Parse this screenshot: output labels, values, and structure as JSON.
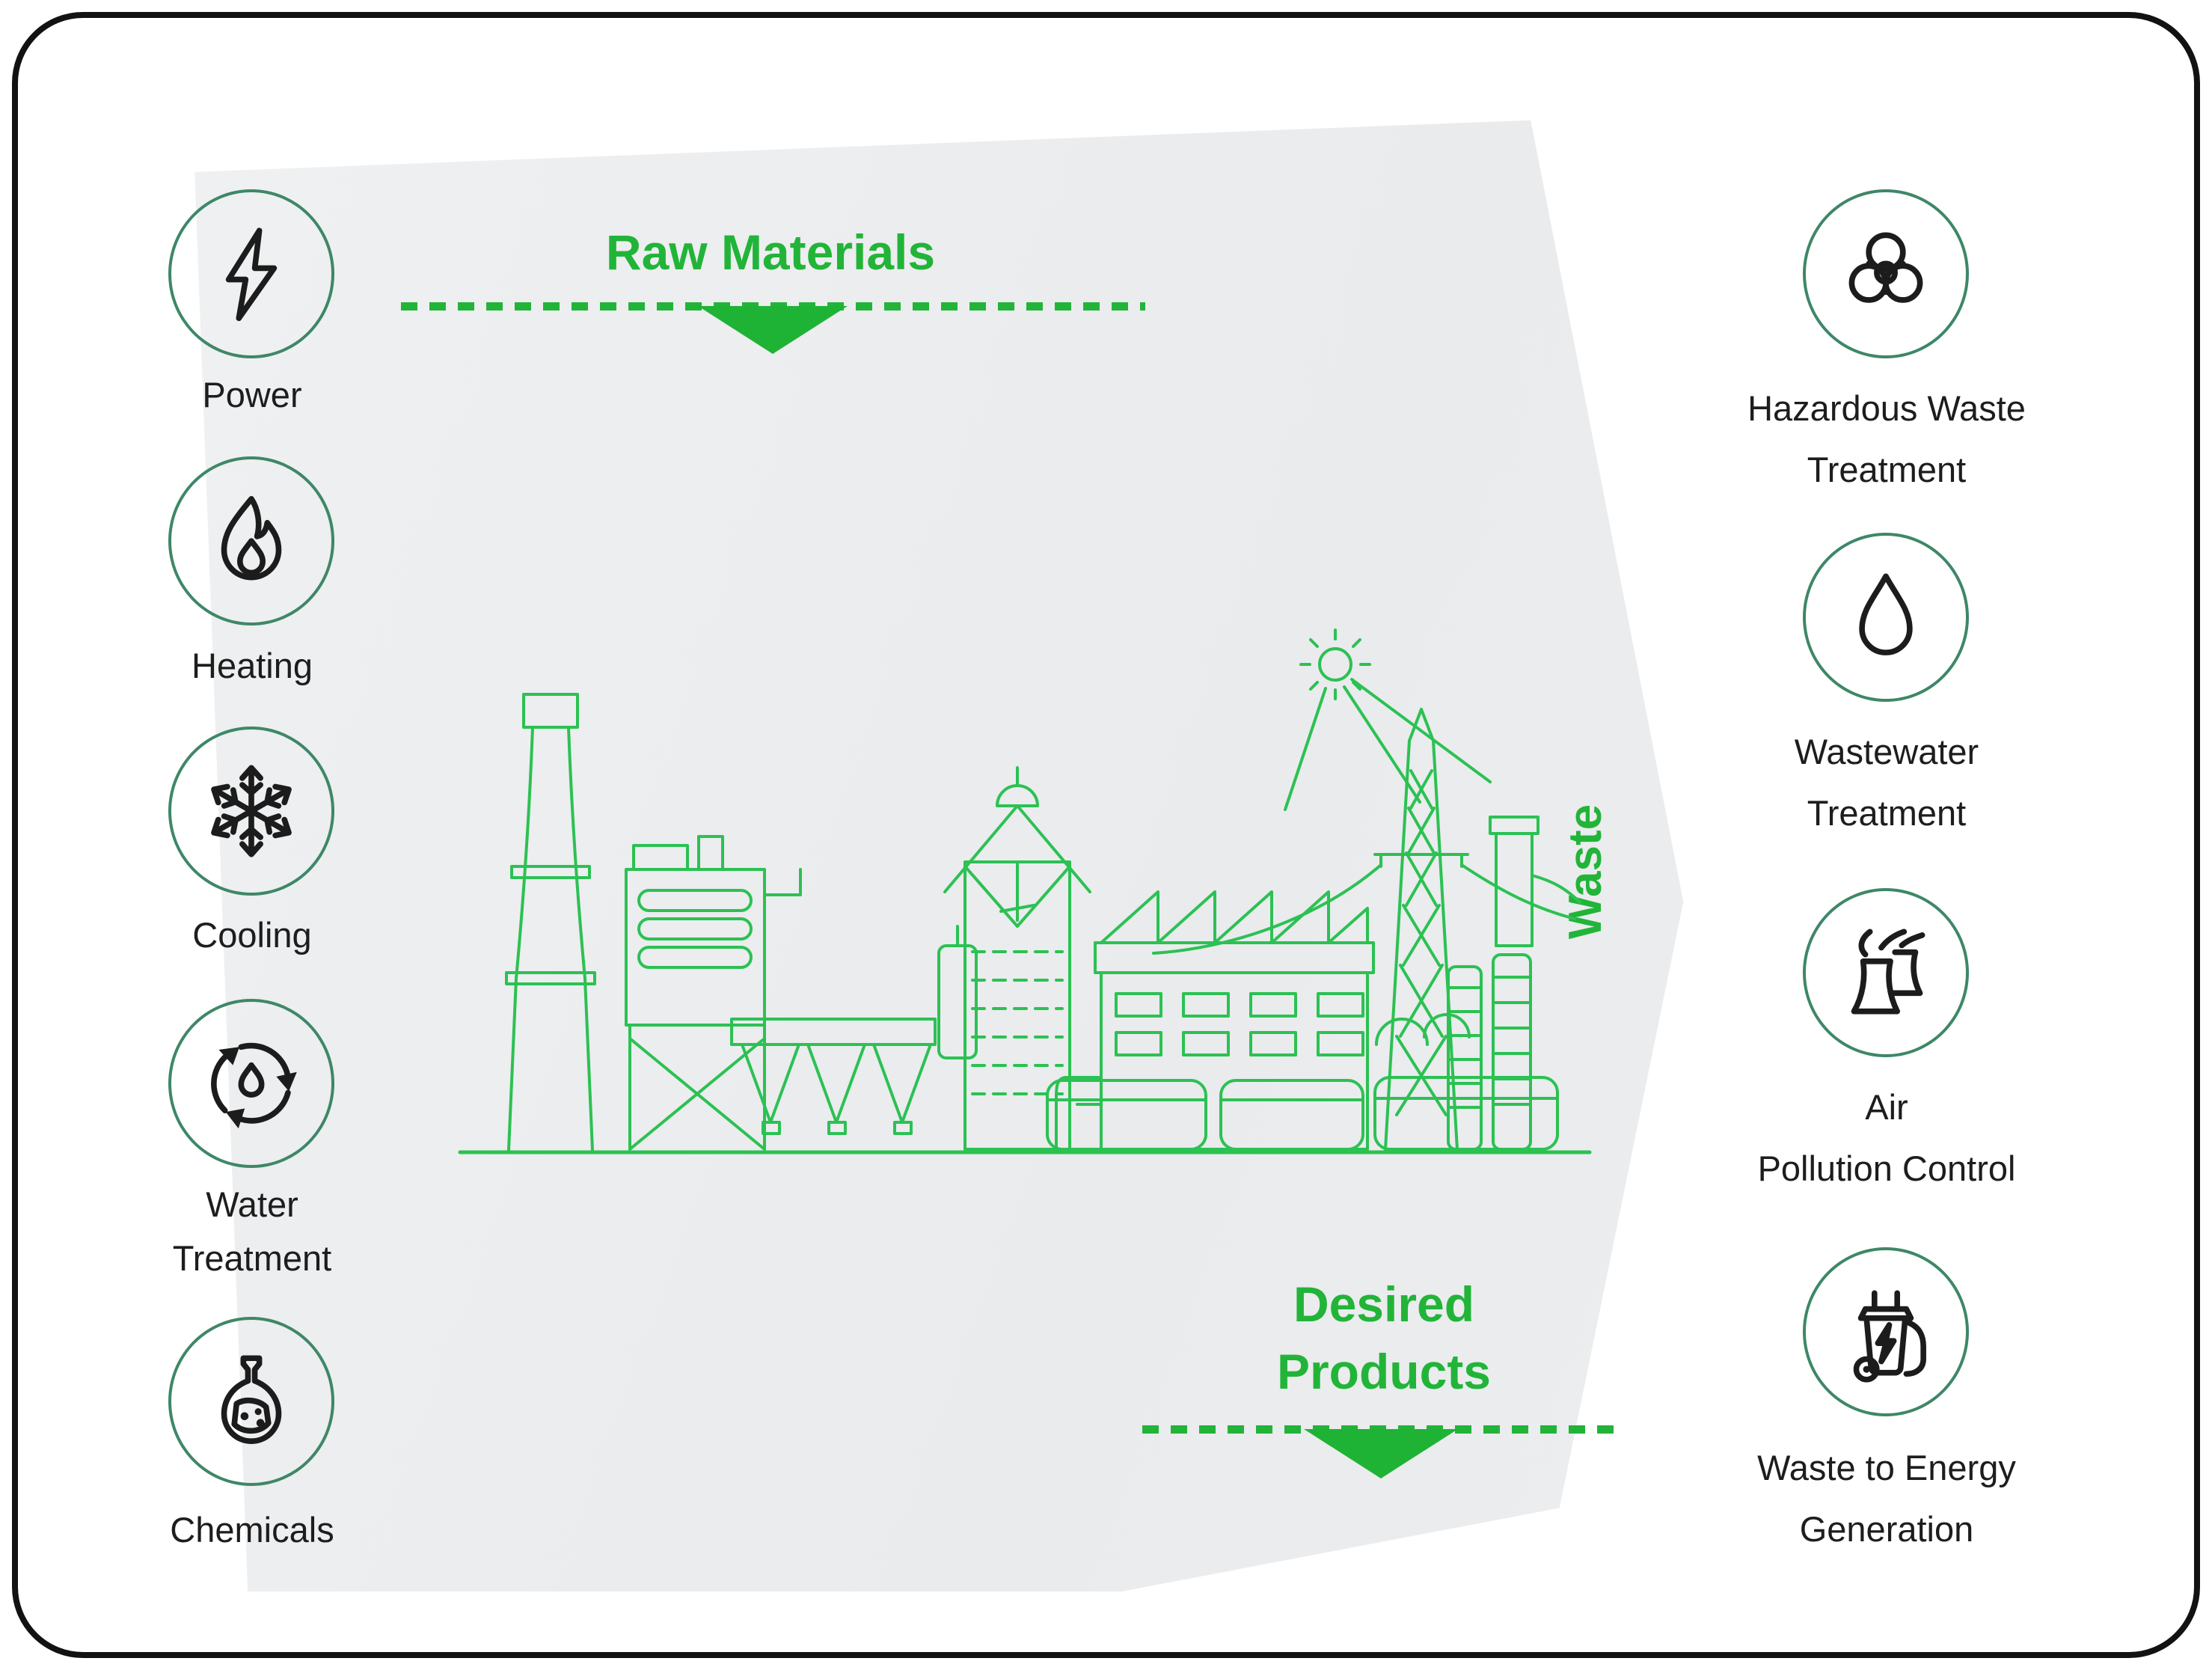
{
  "frame": {
    "border_color": "#121212",
    "background": "#ffffff",
    "band_color": "#eaecee"
  },
  "palette": {
    "accent_green": "#22b438",
    "illustration_green": "#2cc153",
    "circle_ring": "#3e8767",
    "icon_ink": "#1c1c1c",
    "label_ink": "#1d1d1d"
  },
  "flows": {
    "raw_materials": {
      "label": "Raw Materials"
    },
    "waste": {
      "label": "Waste"
    },
    "desired_products": {
      "line1": "Desired",
      "line2": "Products"
    }
  },
  "inputs": {
    "items": [
      {
        "id": "power",
        "icon": "lightning-bolt-icon",
        "line1": "Power",
        "line2": ""
      },
      {
        "id": "heating",
        "icon": "flame-icon",
        "line1": "Heating",
        "line2": ""
      },
      {
        "id": "cooling",
        "icon": "snowflake-icon",
        "line1": "Cooling",
        "line2": ""
      },
      {
        "id": "water-treatment",
        "icon": "water-recycle-icon",
        "line1": "Water",
        "line2": "Treatment"
      },
      {
        "id": "chemicals",
        "icon": "chemical-flask-icon",
        "line1": "Chemicals",
        "line2": ""
      }
    ]
  },
  "outputs": {
    "items": [
      {
        "id": "hazardous-waste-treatment",
        "icon": "biohazard-icon",
        "line1": "Hazardous Waste",
        "line2": "Treatment"
      },
      {
        "id": "wastewater-treatment",
        "icon": "water-droplet-icon",
        "line1": "Wastewater",
        "line2": "Treatment"
      },
      {
        "id": "air-pollution-control",
        "icon": "cooling-tower-icon",
        "line1": "Air",
        "line2": "Pollution Control"
      },
      {
        "id": "waste-to-energy",
        "icon": "waste-to-energy-icon",
        "line1": "Waste to Energy",
        "line2": "Generation"
      }
    ]
  }
}
